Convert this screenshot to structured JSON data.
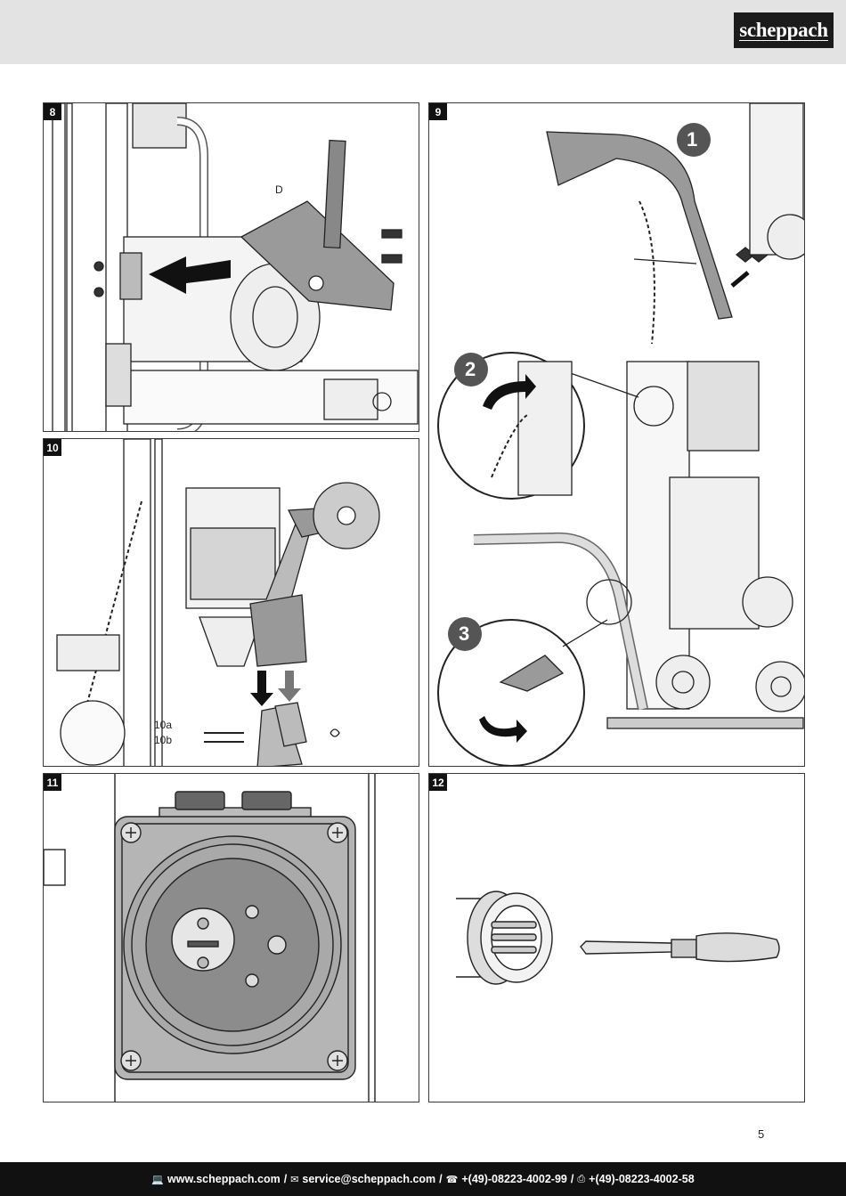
{
  "brand": {
    "logo_text": "scheppach"
  },
  "figures": [
    {
      "badge": "8",
      "callouts": [
        "D"
      ]
    },
    {
      "badge": "9",
      "steps": [
        "1",
        "2",
        "3"
      ]
    },
    {
      "badge": "10",
      "callouts": [
        "10a",
        "10b"
      ]
    },
    {
      "badge": "11"
    },
    {
      "badge": "12"
    }
  ],
  "page_number": "5",
  "footer": {
    "website": "www.scheppach.com",
    "email": "service@scheppach.com",
    "phone": "+(49)-08223-4002-99",
    "fax": "+(49)-08223-4002-58",
    "separator": "/",
    "icons": [
      "computer-icon",
      "mail-icon",
      "phone-icon",
      "fax-icon"
    ]
  }
}
